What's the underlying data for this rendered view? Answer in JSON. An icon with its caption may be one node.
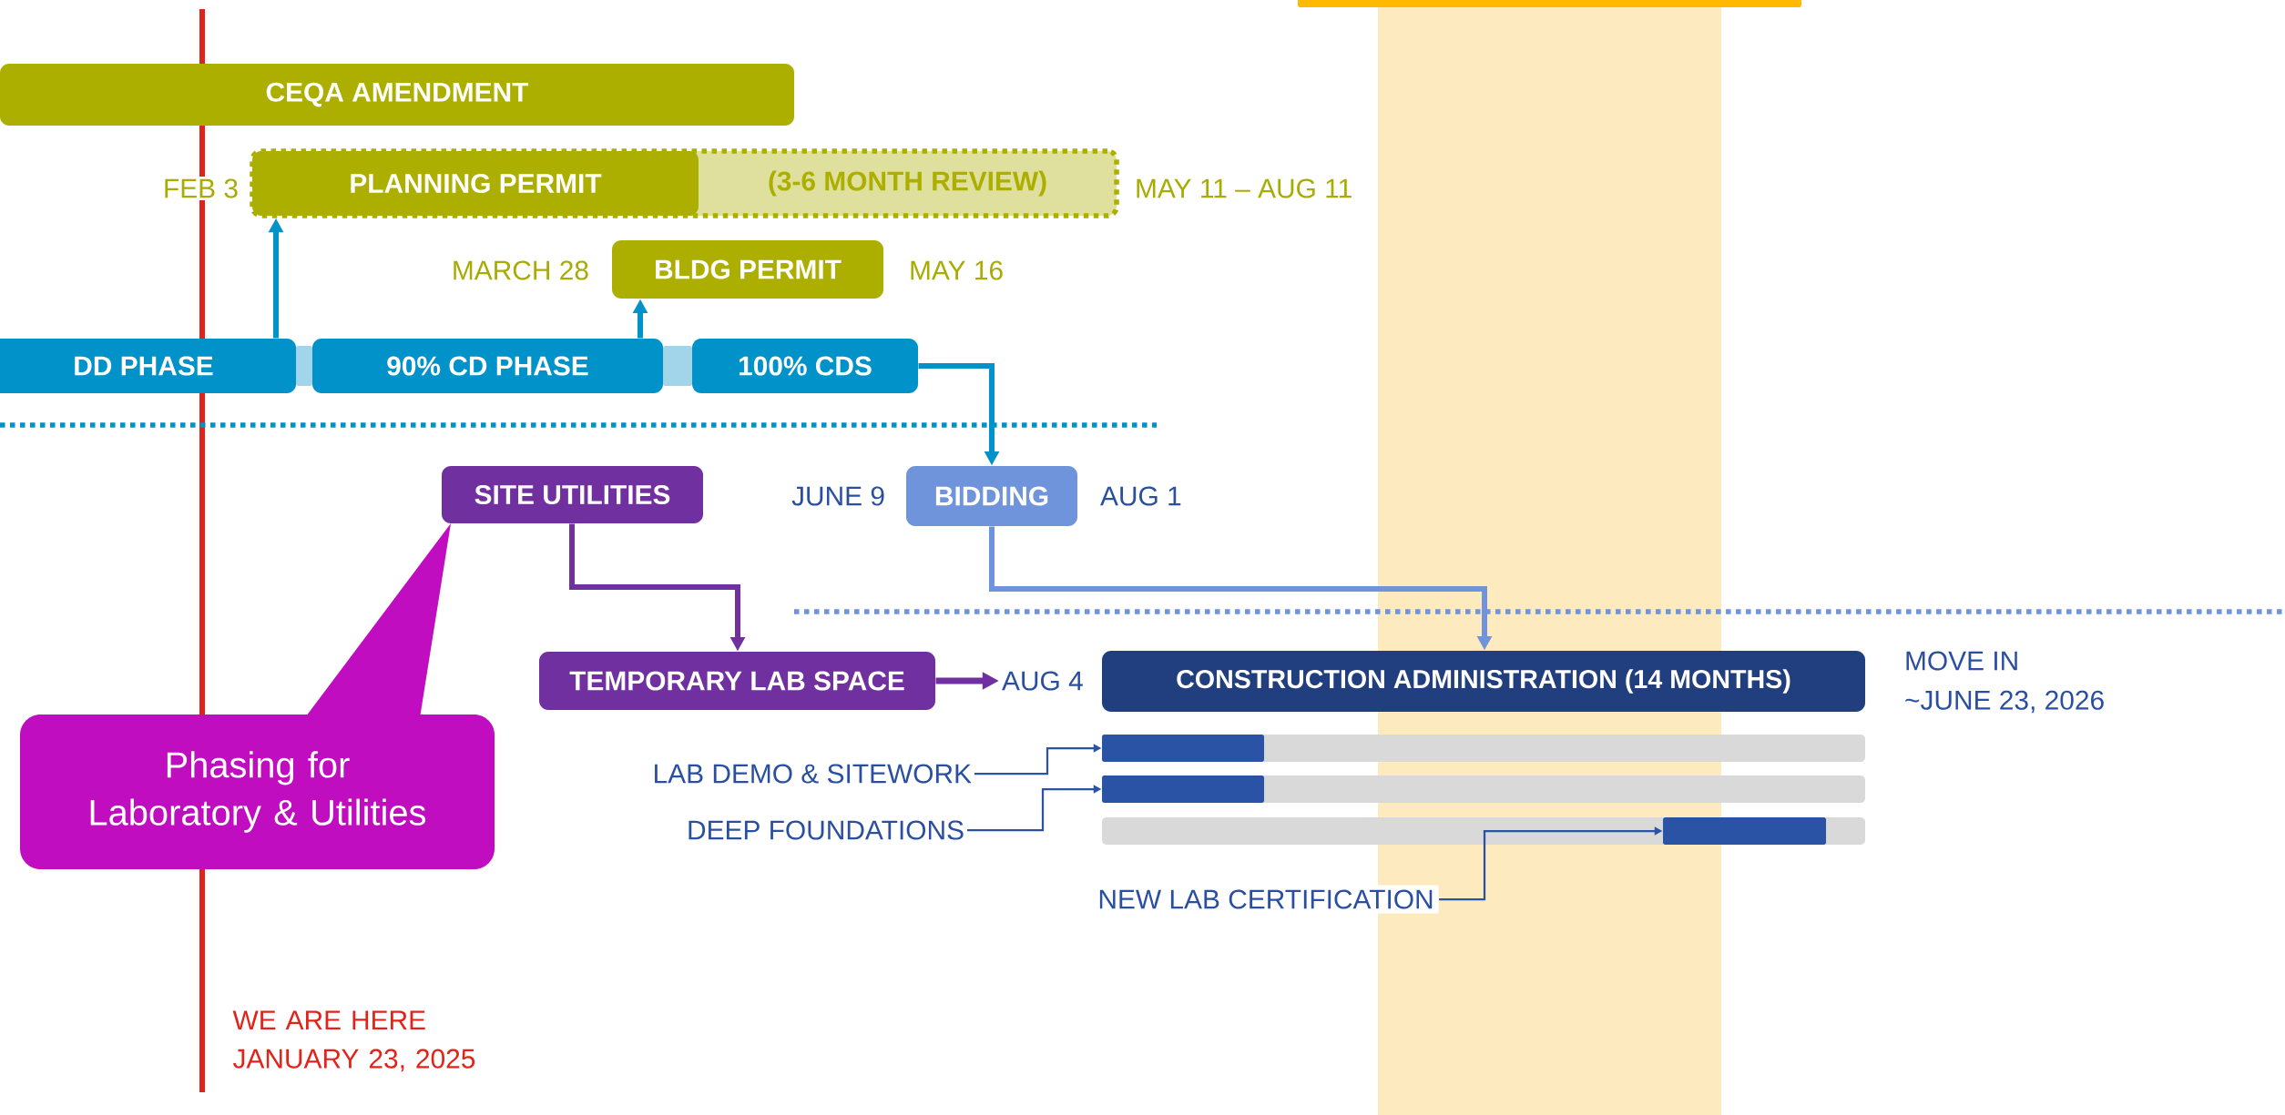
{
  "diagram": {
    "nodes": [
      {
        "text": [],
        "shape": "bar"
      },
      {
        "text": [
          "CEQA AMENDMENT"
        ]
      },
      {
        "text": [
          "PLANNING PERMIT",
          "(3-6 MONTH REVIEW)"
        ],
        "beside": [
          "FEB 3",
          "MAY 11 – AUG 11"
        ]
      },
      {
        "text": [
          "BLDG PERMIT"
        ],
        "beside": [
          "MARCH 28",
          "MAY 16"
        ]
      },
      {
        "text": [
          "DD PHASE"
        ]
      },
      {
        "text": [
          "90% CD PHASE"
        ]
      },
      {
        "text": [
          "100% CDS"
        ]
      },
      {
        "text": [
          "SITE UTILITIES"
        ]
      },
      {
        "text": [
          "BIDDING"
        ],
        "beside": [
          "JUNE 9",
          "AUG 1"
        ]
      },
      {
        "text": [
          "TEMPORARY LAB SPACE"
        ]
      },
      {
        "text": [
          "AUG 4"
        ]
      },
      {
        "text": [
          "CONSTRUCTION ADMINISTRATION (14 MONTHS)"
        ],
        "beside": [
          "MOVE IN",
          "~JUNE 23, 2026"
        ]
      },
      {
        "text": [],
        "shape": "bar"
      },
      {
        "text": [
          "LAB DEMO & SITEWORK"
        ]
      },
      {
        "text": [
          "Phasing for Laboratory & Utilities"
        ]
      },
      {
        "text": [],
        "shape": "bar"
      },
      {
        "text": [
          "DEEP FOUNDATIONS"
        ]
      },
      {
        "text": [],
        "shape": "bar"
      },
      {
        "text": [
          "NEW LAB CERTIFICATION"
        ]
      },
      {
        "text": [],
        "shape": "bar"
      },
      {
        "text": [],
        "shape": "bar"
      }
    ],
    "edges": [
      {
        "from": 4,
        "to": 2,
        "arrow": "to",
        "color": "#0092c8"
      },
      {
        "from": 5,
        "to": 3,
        "arrow": "to",
        "color": "#0092c8"
      },
      {
        "from": 6,
        "to": 8,
        "arrow": "to",
        "color": "#0092c8"
      },
      {
        "from": 7,
        "to": 9,
        "arrow": "to",
        "color": "#7030a0"
      },
      {
        "from": 8,
        "to": 11,
        "arrow": "to",
        "color": "#6f94dc"
      },
      {
        "from": 9,
        "to": 10,
        "arrow": "to",
        "color": "#7030a0"
      },
      {
        "from": 13,
        "to": 12,
        "arrow": "to",
        "color": "#2a53a5"
      },
      {
        "from": 16,
        "to": 15,
        "arrow": "to",
        "color": "#2a53a5"
      },
      {
        "from": 18,
        "to": 17,
        "arrow": "to",
        "color": "#2a53a5"
      }
    ],
    "labels": [
      "WE ARE HERE JANUARY 23, 2025"
    ]
  }
}
